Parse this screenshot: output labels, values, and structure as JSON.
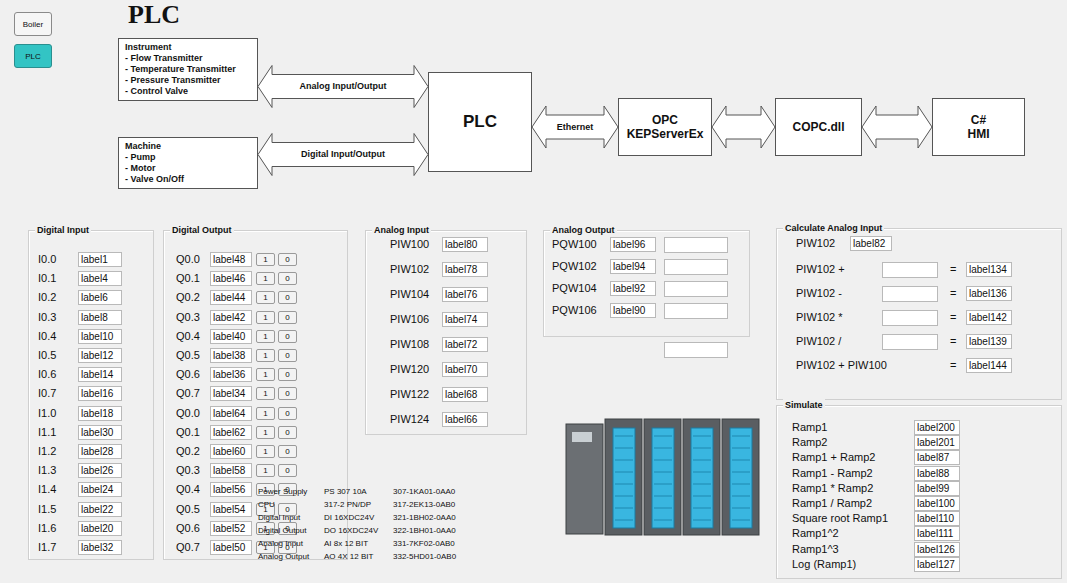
{
  "diagram": {
    "title": "PLC",
    "nodes": [
      {
        "text": [
          "Boiler"
        ]
      },
      {
        "text": [
          "PLC"
        ]
      },
      {
        "text": [
          "Instrument",
          "- Flow Transmitter",
          "- Temperature Transmitter",
          "- Pressure Transmitter",
          "- Control Valve"
        ]
      },
      {
        "text": [
          "Machine",
          "- Pump",
          "- Motor",
          "- Valve On/Off"
        ]
      },
      {
        "text": [
          "PLC"
        ]
      },
      {
        "text": [
          "OPC KEPServerEx"
        ]
      },
      {
        "text": [
          "COPC.dll"
        ]
      },
      {
        "text": [
          "C# HMI"
        ]
      },
      {
        "text": [
          "Digital Input"
        ]
      },
      {
        "text": [
          "Digital Output"
        ]
      },
      {
        "text": [
          "Analog Input"
        ]
      },
      {
        "text": [
          "Analog Output"
        ]
      },
      {
        "text": [
          "Calculate Analog Input"
        ]
      },
      {
        "text": [
          "Simulate"
        ]
      }
    ],
    "edges": [
      {
        "from": 2,
        "to": 4,
        "label": "Analog Input/Output",
        "arrow": "both"
      },
      {
        "from": 3,
        "to": 4,
        "label": "Digital Input/Output",
        "arrow": "both"
      },
      {
        "from": 4,
        "to": 5,
        "label": "Ethernet",
        "arrow": "both"
      },
      {
        "from": 5,
        "to": 6,
        "arrow": "both"
      },
      {
        "from": 6,
        "to": 7,
        "arrow": "both"
      }
    ],
    "labels": [
      "I0.0",
      "label1",
      "I0.1",
      "label4",
      "I0.2",
      "label6",
      "I0.3",
      "label8",
      "I0.4",
      "label10",
      "I0.5",
      "label12",
      "I0.6",
      "label14",
      "I0.7",
      "label16",
      "I1.0",
      "label18",
      "I1.1",
      "label30",
      "I1.2",
      "label28",
      "I1.3",
      "label26",
      "I1.4",
      "label24",
      "I1.5",
      "label22",
      "I1.6",
      "label20",
      "I1.7",
      "label32",
      "Q0.0",
      "label48",
      "1",
      "0",
      "Q0.1",
      "label46",
      "1",
      "0",
      "Q0.2",
      "label44",
      "1",
      "0",
      "Q0.3",
      "label42",
      "1",
      "0",
      "Q0.4",
      "label40",
      "1",
      "0",
      "Q0.5",
      "label38",
      "1",
      "0",
      "Q0.6",
      "label36",
      "1",
      "0",
      "Q0.7",
      "label34",
      "1",
      "0",
      "Q0.0",
      "label64",
      "1",
      "0",
      "Q0.1",
      "label62",
      "1",
      "0",
      "Q0.2",
      "label60",
      "1",
      "0",
      "Q0.3",
      "label58",
      "1",
      "0",
      "Q0.4",
      "label56",
      "1",
      "0",
      "Q0.5",
      "label54",
      "1",
      "0",
      "Q0.6",
      "label52",
      "1",
      "0",
      "Q0.7",
      "label50",
      "1",
      "0",
      "PIW100",
      "label80",
      "PIW102",
      "label78",
      "PIW104",
      "label76",
      "PIW106",
      "label74",
      "PIW108",
      "label72",
      "PIW120",
      "label70",
      "PIW122",
      "label68",
      "PIW124",
      "label66",
      "PQW100",
      "label96",
      "PQW102",
      "label94",
      "PQW104",
      "label92",
      "PQW106",
      "label90",
      "PIW102",
      "label82",
      "PIW102 +",
      "=",
      "label134",
      "PIW102 -",
      "=",
      "label136",
      "PIW102 *",
      "=",
      "label142",
      "PIW102 /",
      "=",
      "label139",
      "PIW102 + PIW100",
      "=",
      "label144",
      "Ramp1",
      "label200",
      "Ramp2",
      "label201",
      "Ramp1 + Ramp2",
      "label87",
      "Ramp1 - Ramp2",
      "label88",
      "Ramp1 * Ramp2",
      "label99",
      "Ramp1 / Ramp2",
      "label100",
      "Square root Ramp1",
      "label110",
      "Ramp1^2",
      "label111",
      "Ramp1^3",
      "label126",
      "Log (Ramp1)",
      "label127",
      "Power Supply",
      "PS 307 10A",
      "307-1KA01-0AA0",
      "CPU",
      "317-2 PN/DP",
      "317-2EK13-0AB0",
      "Digital Input",
      "DI 16XDC24V",
      "321-1BH02-0AA0",
      "Digital Output",
      "DO 16XDC24V",
      "322-1BH01-0AA0",
      "Analog Input",
      "AI 8x 12 BIT",
      "331-7KF02-0AB0",
      "Analog Output",
      "AO 4X 12 BIT",
      "332-5HD01-0AB0"
    ]
  }
}
